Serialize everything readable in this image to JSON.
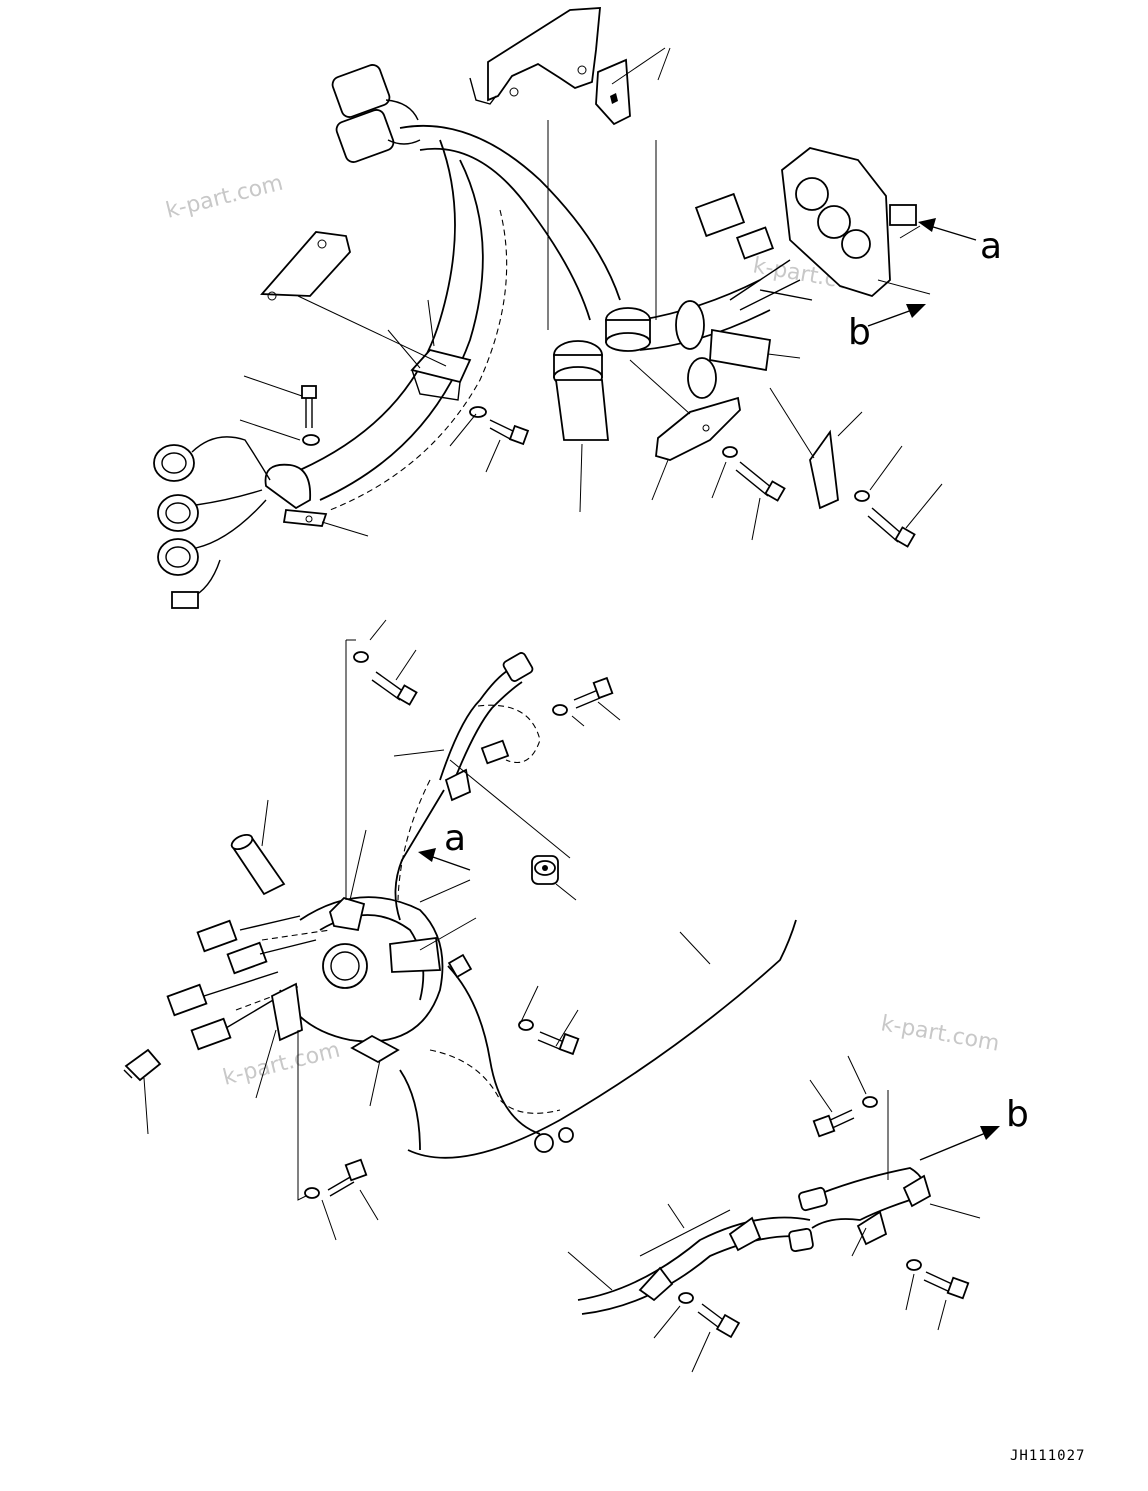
{
  "watermarks": [
    "k-part.com",
    "k-part.com",
    "k-part.com",
    "k-part.com"
  ],
  "references": {
    "a_top": "a",
    "b_top": "b",
    "a_bottom": "a",
    "b_bottom": "b"
  },
  "drawing_code": "JH111027"
}
